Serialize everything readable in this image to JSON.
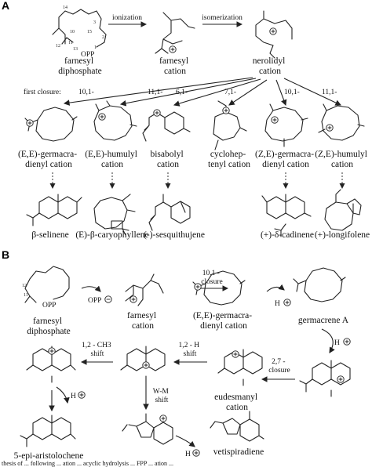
{
  "panel_a": {
    "label": "A",
    "farnesyl_diphosphate": "farnesyl\ndiphosphate",
    "opp": "OPP",
    "atom_numbers": [
      "14",
      "1",
      "2",
      "3",
      "10",
      "11",
      "12",
      "13",
      "15"
    ],
    "ionization": "ionization",
    "farnesyl_cation": "farnesyl\ncation",
    "isomerization": "isomerization",
    "nerolidyl_cation": "nerolidyl\ncation",
    "first_closure": "first closure:",
    "closures": [
      "10,1-",
      "11,1-",
      "6,1-",
      "7,1-",
      "10,1-",
      "11,1-"
    ],
    "cations": [
      "(E,E)-germacra-\ndienyl cation",
      "(E,E)-humulyl\ncation",
      "bisabolyl\ncation",
      "cyclohep-\ntenyl cation",
      "(Z,E)-germacra-\ndienyl cation",
      "(Z,E)-humulyl\ncation"
    ],
    "products": [
      "β-selinene",
      "(E)-β-caryophyllene",
      "(-)-sesquithujene",
      "(+)-δ-cadinene",
      "(+)-longifolene"
    ]
  },
  "panel_b": {
    "label": "B",
    "farnesyl_diphosphate": "farnesyl\ndiphosphate",
    "opp_leaving": "OPP",
    "farnesyl_cation": "farnesyl\ncation",
    "closure_10_1": "10,1 -\nclosure",
    "germacradienyl_cation": "(E,E)-germacra-\ndienyl cation",
    "h_plus": "H",
    "germacrene_a": "germacrene A",
    "closure_2_7": "2,7 -\nclosure",
    "eudesmanyl_cation": "eudesmanyl\ncation",
    "shift_12_h": "1,2 - H\nshift",
    "shift_12_ch3": "1,2 - CH3\nshift",
    "wm_shift": "W-M\nshift",
    "aristolochene": "5-epi-aristolochene",
    "vetispiradiene": "vetispiradiene"
  },
  "caption_fragment": "thesis of ... following ... ation ... acyclic hydrolysis ... FPP ... ation ..."
}
